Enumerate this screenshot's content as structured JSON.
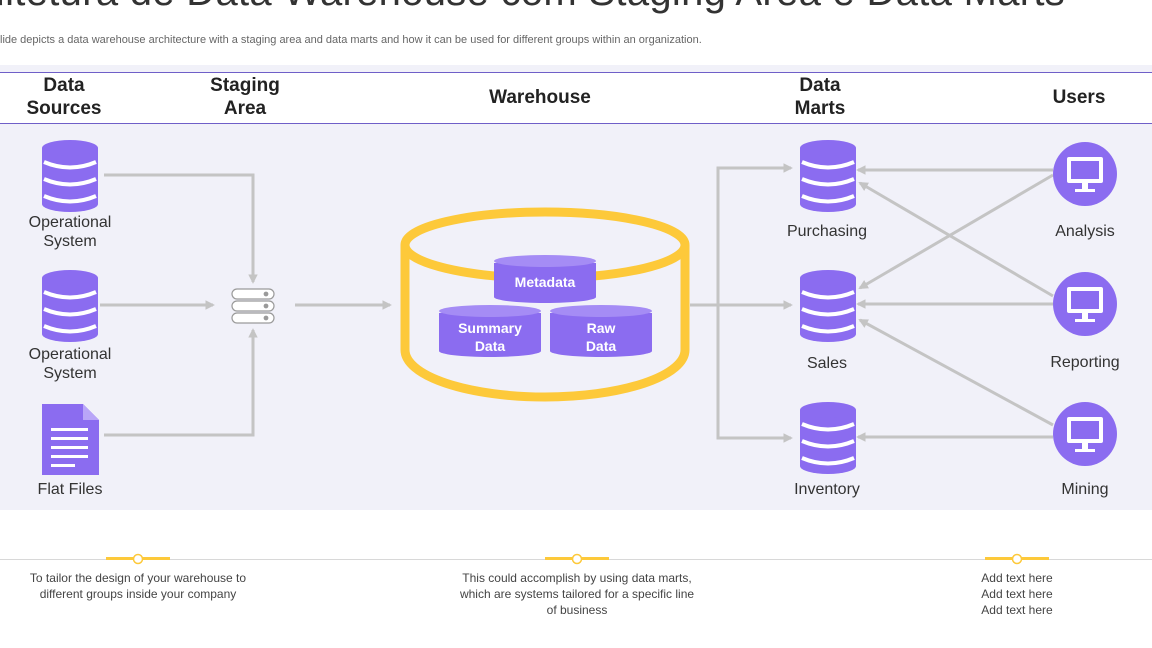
{
  "title": "quitetura de Data Warehouse com Staging Area e Data Marts",
  "subtitle": "lide depicts a data warehouse architecture with a staging area and data marts and how it can be used for different groups within an organization.",
  "headers": {
    "data_sources": "Data Sources",
    "staging_area": "Staging Area",
    "warehouse": "Warehouse",
    "data_marts": "Data Marts",
    "users": "Users"
  },
  "sources": [
    {
      "label": "Operational System",
      "icon": "database-icon"
    },
    {
      "label": "Operational System",
      "icon": "database-icon"
    },
    {
      "label": "Flat Files",
      "icon": "document-icon"
    }
  ],
  "warehouse": {
    "metadata": "Metadata",
    "summary": "Summary Data",
    "raw": "Raw Data"
  },
  "marts": [
    {
      "label": "Purchasing"
    },
    {
      "label": "Sales"
    },
    {
      "label": "Inventory"
    }
  ],
  "users": [
    {
      "label": "Analysis",
      "icon": "monitor-icon"
    },
    {
      "label": "Reporting",
      "icon": "monitor-icon"
    },
    {
      "label": "Mining",
      "icon": "monitor-icon"
    }
  ],
  "notes": [
    "To tailor the design of your warehouse to different  groups inside your company",
    "This could accomplish by using data marts, which are systems tailored for a specific line of business",
    "Add text here\nAdd text here\nAdd text here"
  ],
  "colors": {
    "accent": "#8b6cf0",
    "warehouse_ring": "#fdc93a",
    "arrow": "#c4c4c4",
    "panel": "#f1f1f9",
    "header_rule": "#6f5fc8"
  }
}
